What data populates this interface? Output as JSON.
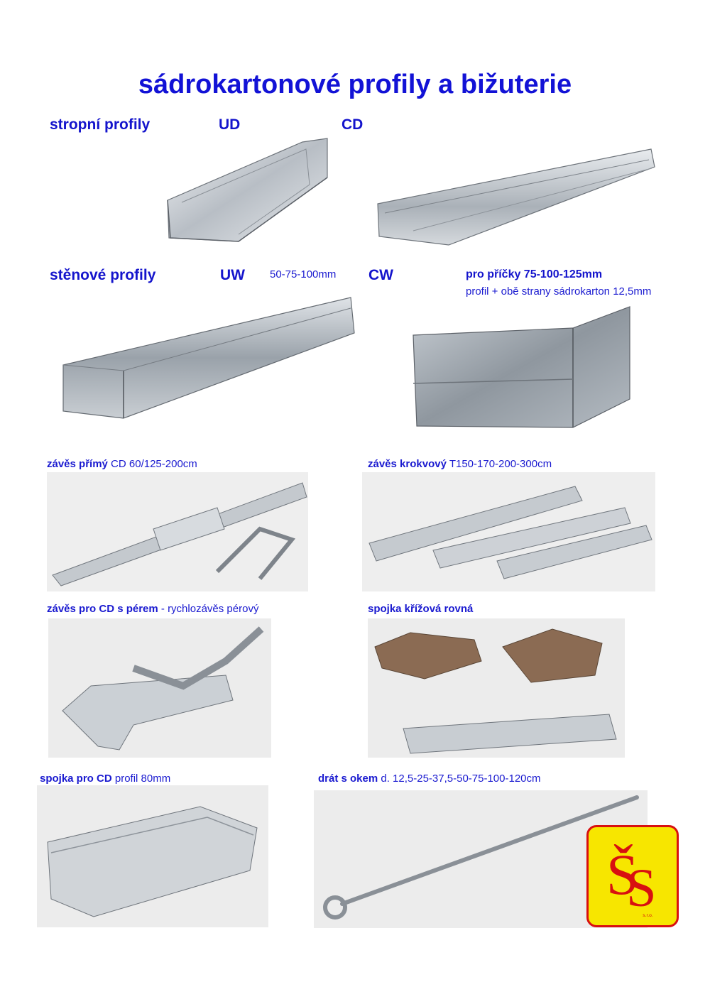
{
  "title": "sádrokartonové  profily a bižuterie",
  "ceiling": {
    "label": "stropní profily",
    "ud": "UD",
    "cd": "CD"
  },
  "wall": {
    "label": "stěnové profily",
    "uw": "UW",
    "uw_sizes": "50-75-100mm",
    "cw": "CW",
    "cw_note_bold": "pro příčky 75-100-125mm",
    "cw_note": "profil + obě strany sádrokarton 12,5mm"
  },
  "products": [
    {
      "name": "závěs přímý",
      "detail": " CD  60/125-200cm"
    },
    {
      "name": "závěs krokvový",
      "detail": " T150-170-200-300cm"
    },
    {
      "name": "závěs pro CD s pérem",
      "detail": " - rychlozávěs pérový"
    },
    {
      "name": "spojka křížová rovná",
      "detail": ""
    },
    {
      "name": "spojka pro CD",
      "detail": " profil 80mm"
    },
    {
      "name": "drát s okem",
      "detail": " d. 12,5-25-37,5-50-75-100-120cm"
    }
  ],
  "logo": {
    "letters": "ŠS",
    "sub": "s.r.o."
  },
  "colors": {
    "text": "#1414cc",
    "metal": "#b9bec4",
    "logo_bg": "#f7e600",
    "logo_border": "#d81010"
  }
}
